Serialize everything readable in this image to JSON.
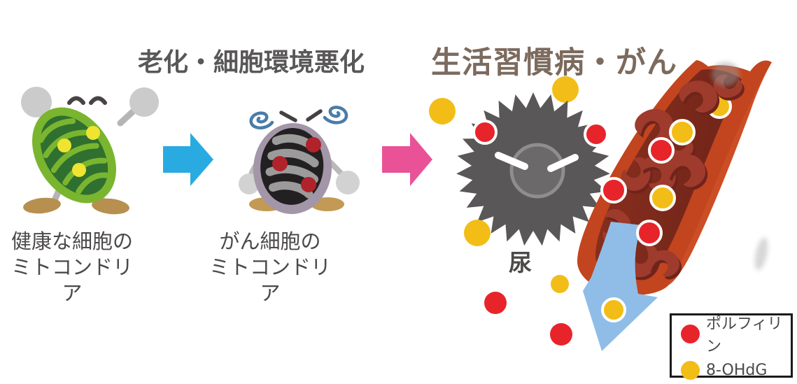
{
  "labels": {
    "stage_title": "老化・細胞環境悪化",
    "result_title": "生活習慣病・がん",
    "healthy_caption_line1": "健康な細胞の",
    "healthy_caption_line2": "ミトコンドリア",
    "cancer_caption_line1": "がん細胞の",
    "cancer_caption_line2": "ミトコンドリア",
    "urine_label": "尿"
  },
  "legend": {
    "items": [
      {
        "name": "porphyrin",
        "label": "ポルフィリン",
        "color": "#e8242b"
      },
      {
        "name": "8-OHdG",
        "label": "8-OHdG",
        "color": "#f3bd17"
      }
    ]
  },
  "colors": {
    "porphyrin_red": "#e8242b",
    "ohdg_yellow": "#f3bd17",
    "lemon_dot": "#efe42f",
    "mito_damage_red": "#b0232a",
    "healthy_body_green": "#7ab52f",
    "healthy_inner_green": "#2f7030",
    "cancer_body_purple": "#a396a9",
    "cancer_inner_black": "#232021",
    "cancer_cristae_gray": "#9b9b9b",
    "cancer_cell_gray": "#595757",
    "vessel_wall": "#c2451f",
    "vessel_lumen_dark": "#6f2418",
    "vessel_lumen_light": "#8c301f",
    "blood_cell": "#9e3b2c",
    "blood_cell_shadow": "#6f241b",
    "arrow_cyan": "#29abe2",
    "arrow_pink": "#ea5298",
    "arrow_urine_blue": "#8fbde8",
    "title_gray": "#595757",
    "title_brown": "#7c6a5e",
    "text_dark": "#4c4948",
    "limb_gray": "#b5b5b5",
    "hand_gray": "#cbcbcb",
    "shoe_tan": "#b7904f",
    "swirl_blue": "#4a7ca8"
  }
}
